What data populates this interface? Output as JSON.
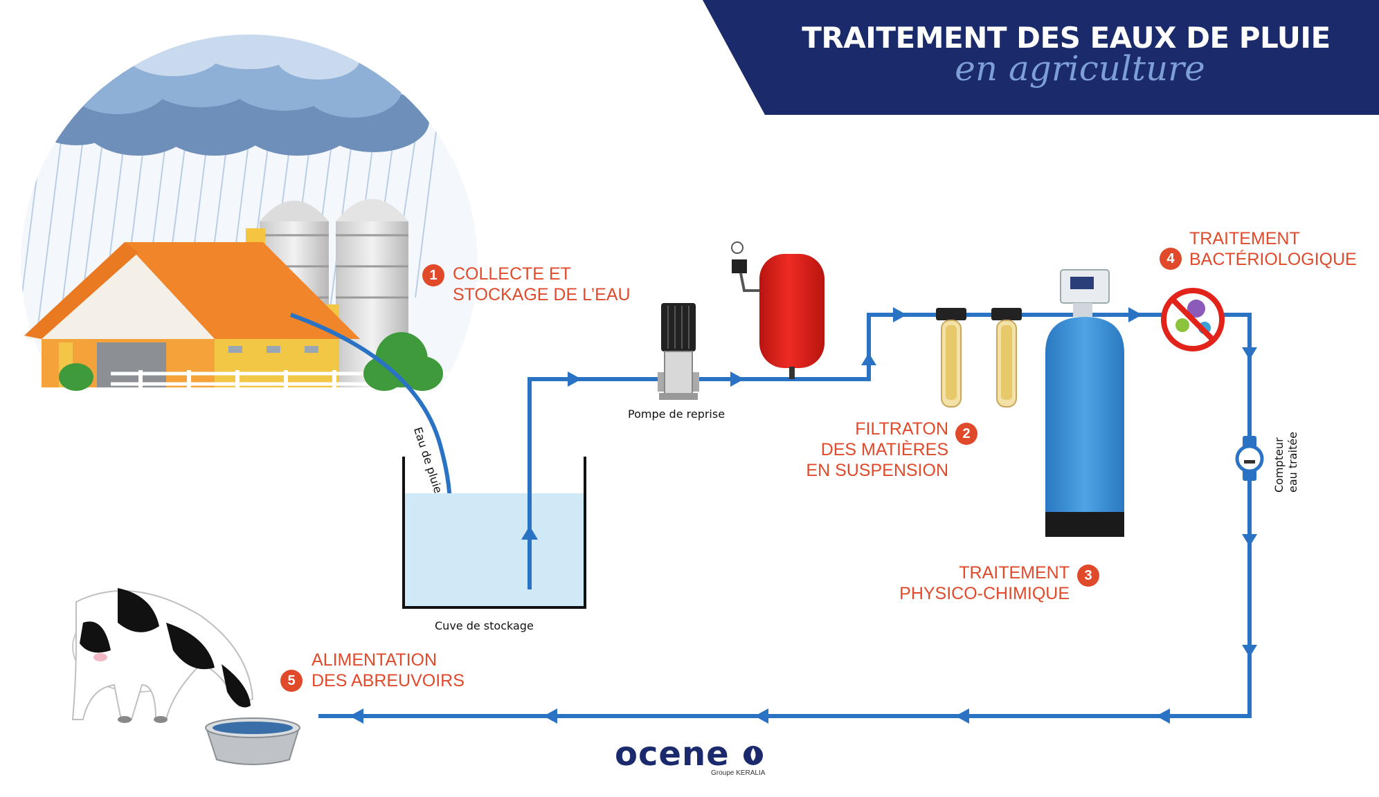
{
  "header": {
    "title": "TRAITEMENT DES EAUX DE PLUIE",
    "subtitle": "en agriculture"
  },
  "steps": [
    {
      "number": "1",
      "lines": [
        "COLLECTE ET",
        "STOCKAGE DE L’EAU"
      ]
    },
    {
      "number": "2",
      "lines": [
        "FILTRATON",
        "DES MATIÈRES",
        "EN SUSPENSION"
      ]
    },
    {
      "number": "3",
      "lines": [
        "TRAITEMENT",
        "PHYSICO-CHIMIQUE"
      ]
    },
    {
      "number": "4",
      "lines": [
        "TRAITEMENT",
        "BACTÉRIOLOGIQUE"
      ]
    },
    {
      "number": "5",
      "lines": [
        "ALIMENTATION",
        "DES ABREUVOIRS"
      ]
    }
  ],
  "labels": {
    "rain_water": "Eau de pluie",
    "pump": "Pompe de reprise",
    "tank": "Cuve de stockage",
    "meter_line1": "Compteur",
    "meter_line2": "eau traitée"
  },
  "brand": {
    "logo": "ocene",
    "group": "Groupe KERALIA"
  },
  "colors": {
    "banner": "#1b2a6b",
    "pipe": "#2a73c4",
    "accent": "#e04a2b",
    "tank_water": "#cfe9f7",
    "expansion_vessel": "#d8201e",
    "softener": "#3a8fd3",
    "roof": "#f0852a"
  }
}
